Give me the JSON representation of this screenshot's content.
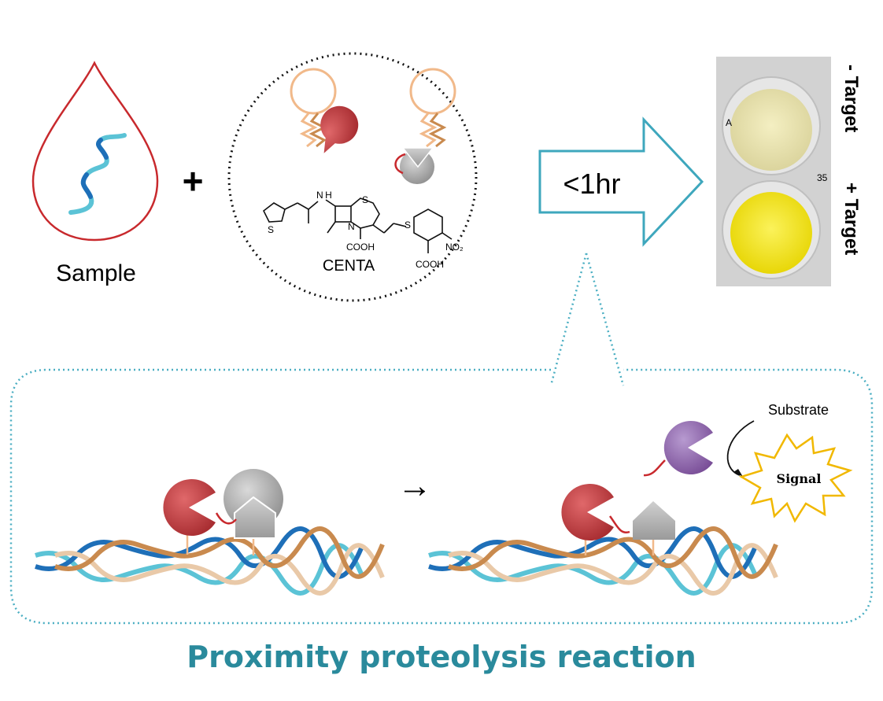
{
  "sample_label": "Sample",
  "plus_sign": "+",
  "molecule_name": "CENTA",
  "chem": {
    "nh": "N H",
    "s1": "S",
    "s2": "S",
    "s3": "S",
    "n": "N",
    "cooh1": "COOH",
    "cooh2": "COOH",
    "no2": "NO₂"
  },
  "time_label": "<1hr",
  "result": {
    "minus_target": "- Target",
    "plus_target": "+ Target"
  },
  "photo_digits": [
    "A",
    "35"
  ],
  "substrate_label": "Substrate",
  "signal_label": "Signal",
  "caption": "Proximity proteolysis reaction",
  "colors": {
    "drop_outline": "#c8292d",
    "dna_dark": "#1e6fb8",
    "dna_light": "#5bc3d6",
    "dna_tan": "#e9c9a8",
    "dna_brown": "#c98a4e",
    "hairpin": "#f1b98a",
    "enzyme_red": "#b8393b",
    "enzyme_gray": "#a9a9a9",
    "enzyme_purple": "#8b64a8",
    "arrow_outline": "#3ea7bd",
    "dotted_box": "#4aaec2",
    "caption": "#2a8a9c",
    "well_minus": "#efe9a8",
    "well_plus": "#f6ea10",
    "signal_border": "#f1b800"
  }
}
